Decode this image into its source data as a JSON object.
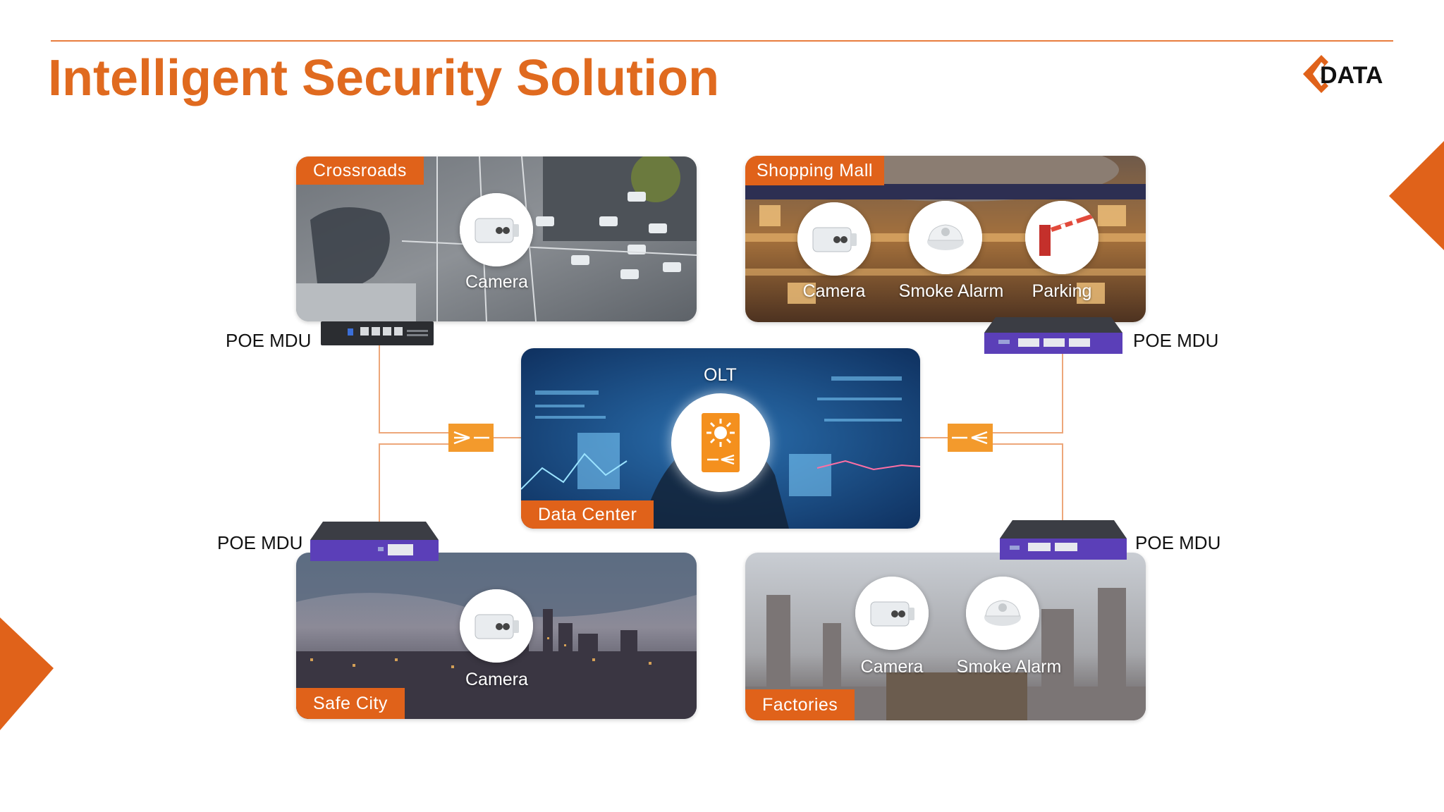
{
  "header": {
    "title": "Intelligent Security Solution",
    "logo_text": "DATA"
  },
  "colors": {
    "accent": "#e06a1f",
    "label_bg": "#e0621a",
    "link_line": "#eda77a",
    "splitter": "#f39a2c",
    "switch_blue": "#5b3fb8"
  },
  "center": {
    "olt_label": "OLT",
    "panel_label": "Data Center",
    "icon": "olt-device-icon"
  },
  "scenes": {
    "crossroads": {
      "label": "Crossroads",
      "devices": [
        "Camera"
      ]
    },
    "shopping_mall": {
      "label": "Shopping Mall",
      "devices": [
        "Camera",
        "Smoke Alarm",
        "Parking"
      ]
    },
    "safe_city": {
      "label": "Safe City",
      "devices": [
        "Camera"
      ]
    },
    "factories": {
      "label": "Factories",
      "devices": [
        "Camera",
        "Smoke Alarm"
      ]
    }
  },
  "switches": {
    "top_left": "POE MDU",
    "top_right": "POE MDU",
    "bottom_left": "POE MDU",
    "bottom_right": "POE MDU"
  }
}
